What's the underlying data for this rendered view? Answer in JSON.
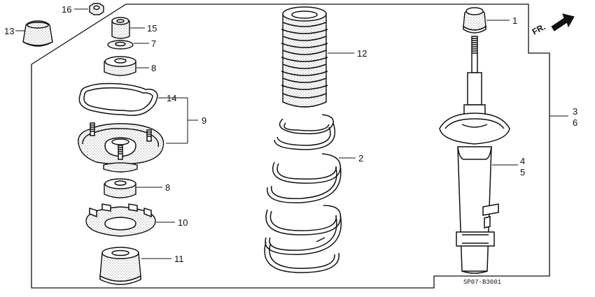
{
  "diagram": {
    "reference_code": "SP07-B3001",
    "direction_label": "FR.",
    "callouts": {
      "c1": "1",
      "c2": "2",
      "c3": "3",
      "c6": "6",
      "c4": "4",
      "c5": "5",
      "c7": "7",
      "c8a": "8",
      "c8b": "8",
      "c9": "9",
      "c10": "10",
      "c11": "11",
      "c12": "12",
      "c13": "13",
      "c14": "14",
      "c15": "15",
      "c16": "16"
    }
  }
}
